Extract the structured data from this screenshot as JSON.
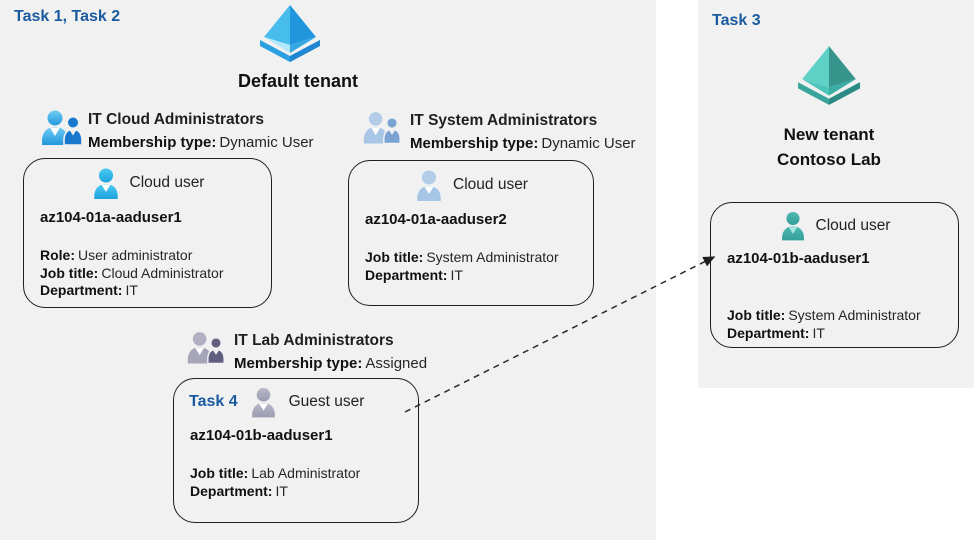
{
  "colors": {
    "panel_bg": "#f1f1f2",
    "task_label_blue": "#1a5a9e",
    "card_border": "#1f1f1f",
    "aad_blue_light": "#47bdee",
    "aad_blue_dark": "#2196dc",
    "aad_teal_light": "#5fd0c6",
    "aad_teal_dark": "#36958d",
    "cloud_user_cyan": "#29b2e8",
    "cloud_user_pale_blue": "#a7c6e8",
    "guest_user_gray": "#a3a3ba",
    "cloud_user_teal": "#3fada6"
  },
  "left_panel": {
    "task_label": "Task 1, Task 2",
    "tenant_icon": "azure-ad-tenant-blue",
    "tenant_name": "Default tenant",
    "groups": {
      "cloud": {
        "name": "IT Cloud Administrators",
        "membership_label": "Membership type:",
        "membership_value": "Dynamic User"
      },
      "system": {
        "name": "IT System Administrators",
        "membership_label": "Membership type:",
        "membership_value": "Dynamic User"
      },
      "lab": {
        "name": "IT Lab Administrators",
        "membership_label": "Membership type:",
        "membership_value": "Assigned"
      }
    },
    "cards": {
      "user1": {
        "type_label": "Cloud user",
        "name": "az104-01a-aaduser1",
        "role_label": "Role:",
        "role_value": "User administrator",
        "job_label": "Job title:",
        "job_value": "Cloud Administrator",
        "dept_label": "Department:",
        "dept_value": "IT"
      },
      "user2": {
        "type_label": "Cloud user",
        "name": "az104-01a-aaduser2",
        "job_label": "Job title:",
        "job_value": "System Administrator",
        "dept_label": "Department:",
        "dept_value": "IT"
      },
      "guest": {
        "task_label": "Task 4",
        "type_label": "Guest user",
        "name": "az104-01b-aaduser1",
        "job_label": "Job title:",
        "job_value": "Lab Administrator",
        "dept_label": "Department:",
        "dept_value": "IT"
      }
    }
  },
  "right_panel": {
    "task_label": "Task 3",
    "tenant_icon": "azure-ad-tenant-teal",
    "tenant_name_line1": "New tenant",
    "tenant_name_line2": "Contoso Lab",
    "card": {
      "type_label": "Cloud user",
      "name": "az104-01b-aaduser1",
      "job_label": "Job title:",
      "job_value": "System Administrator",
      "dept_label": "Department:",
      "dept_value": "IT"
    }
  }
}
